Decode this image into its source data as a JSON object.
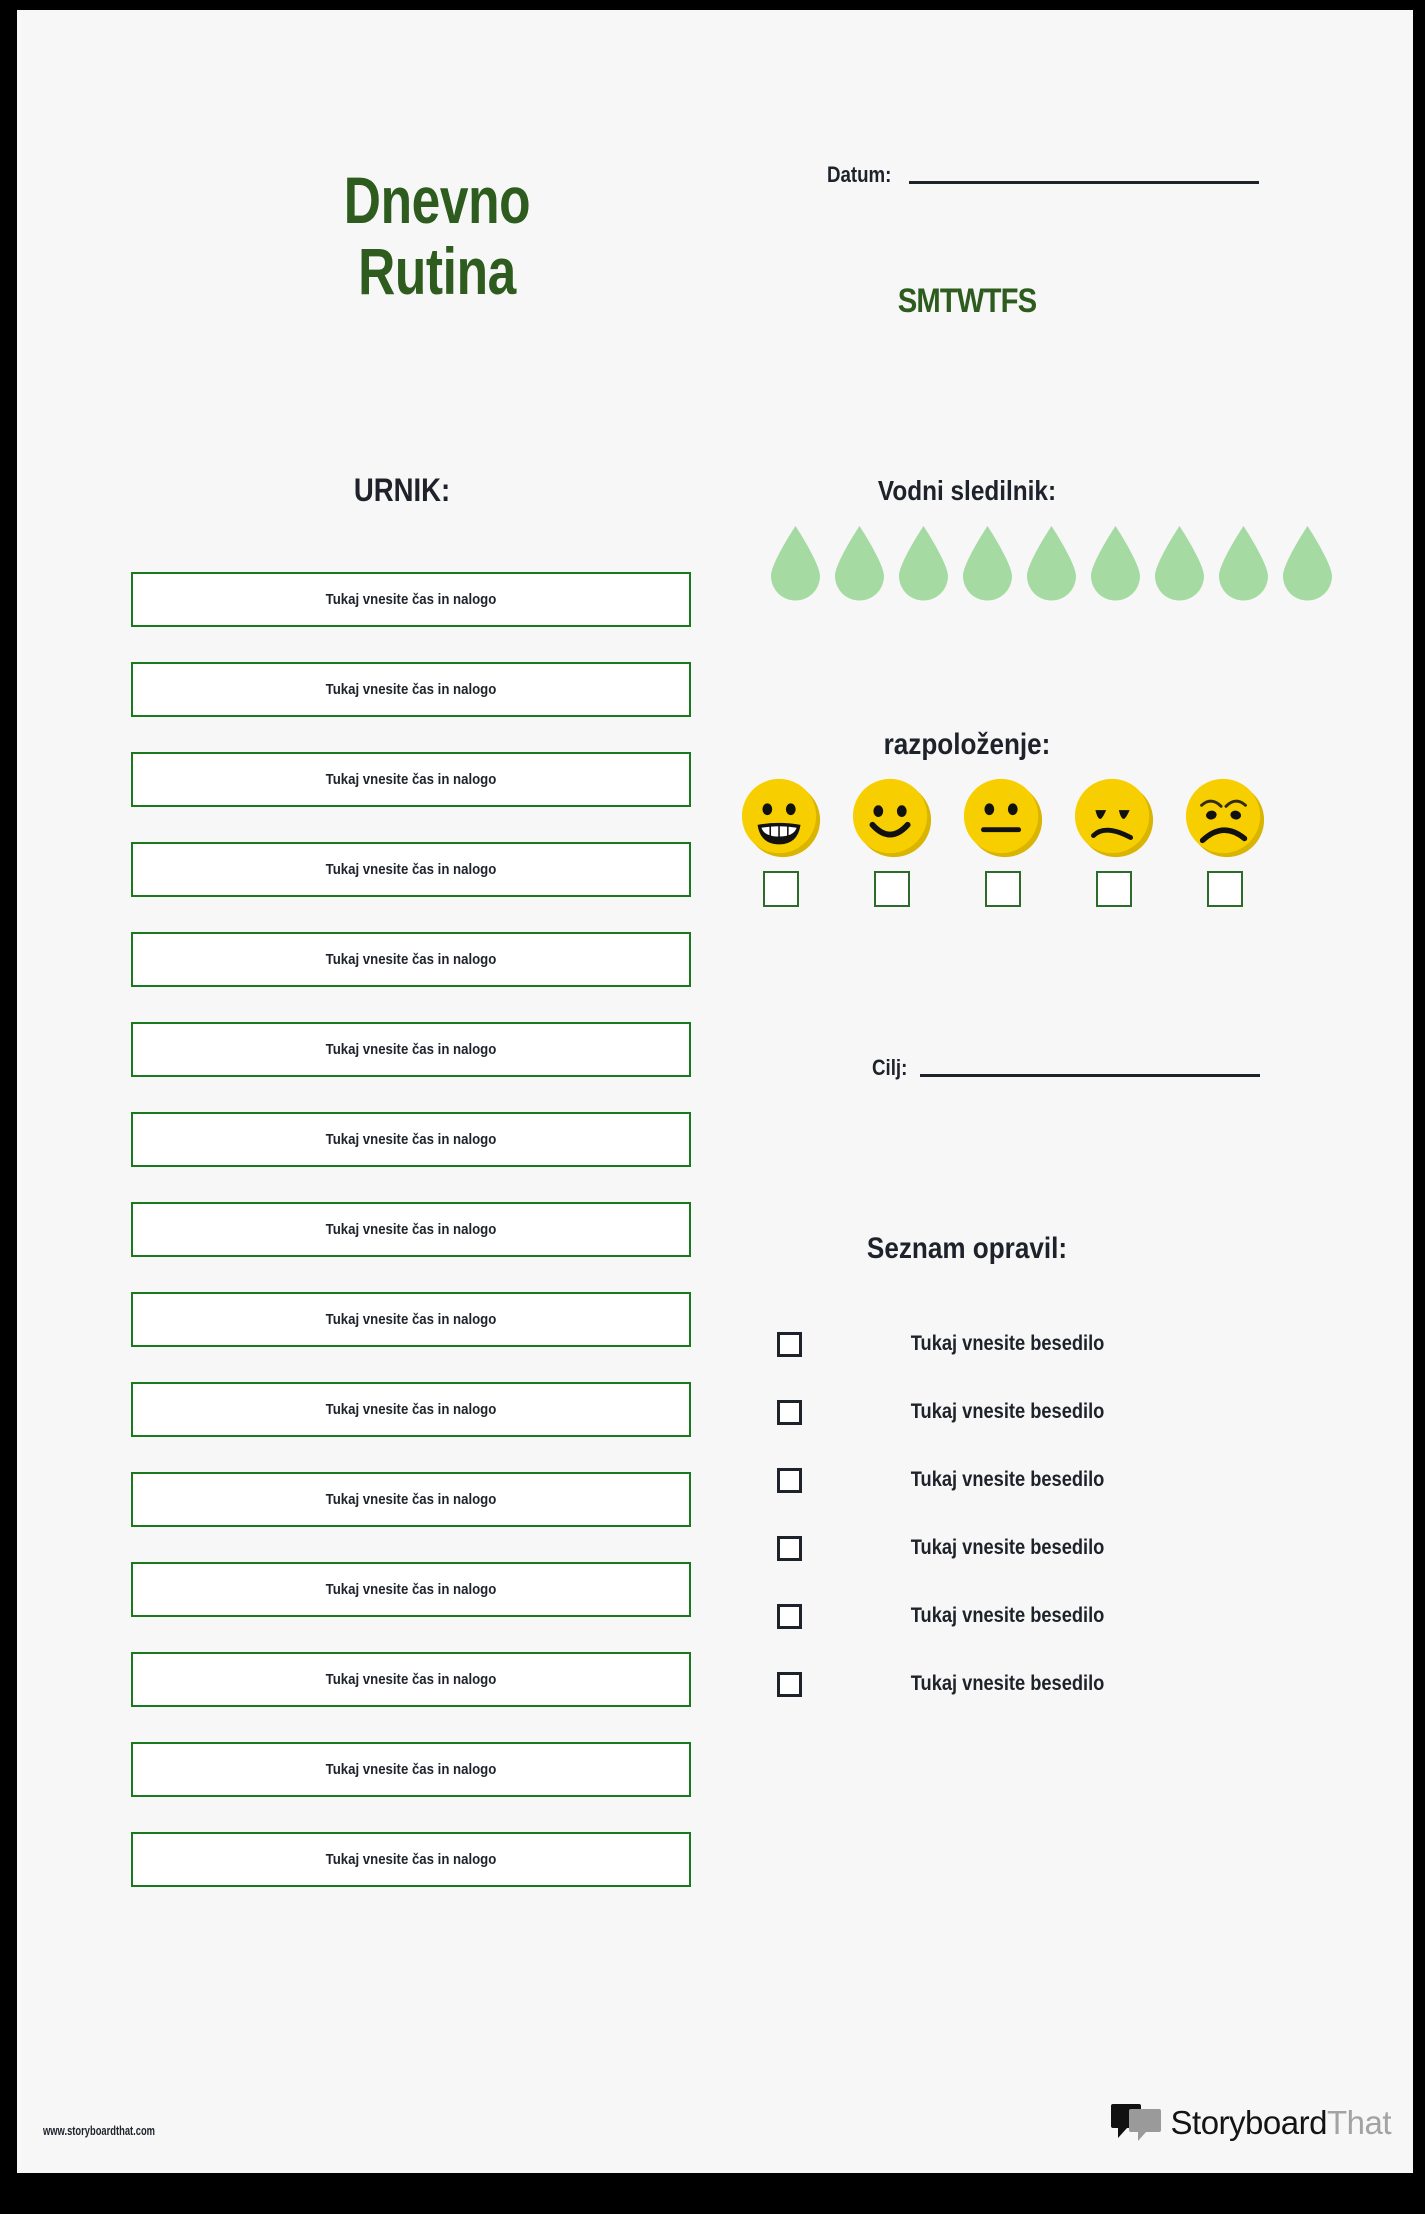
{
  "page": {
    "background": "#F7F7F7",
    "accent_dark_green": "#2D5C1E",
    "accent_box_green": "#19791C",
    "droplet_green": "#A5DBA3",
    "emoji_yellow": "#F7CF00",
    "text_dark": "#1E222A"
  },
  "title": {
    "line1": "Dnevno",
    "line2": "Rutina"
  },
  "date": {
    "label": "Datum:"
  },
  "days": {
    "value": "SMTWTFS"
  },
  "schedule": {
    "heading": "URNIK:",
    "placeholder": "Tukaj vnesite čas in nalogo",
    "rows": [
      {
        "text": "Tukaj vnesite čas in nalogo"
      },
      {
        "text": "Tukaj vnesite čas in nalogo"
      },
      {
        "text": "Tukaj vnesite čas in nalogo"
      },
      {
        "text": "Tukaj vnesite čas in nalogo"
      },
      {
        "text": "Tukaj vnesite čas in nalogo"
      },
      {
        "text": "Tukaj vnesite čas in nalogo"
      },
      {
        "text": "Tukaj vnesite čas in nalogo"
      },
      {
        "text": "Tukaj vnesite čas in nalogo"
      },
      {
        "text": "Tukaj vnesite čas in nalogo"
      },
      {
        "text": "Tukaj vnesite čas in nalogo"
      },
      {
        "text": "Tukaj vnesite čas in nalogo"
      },
      {
        "text": "Tukaj vnesite čas in nalogo"
      },
      {
        "text": "Tukaj vnesite čas in nalogo"
      },
      {
        "text": "Tukaj vnesite čas in nalogo"
      },
      {
        "text": "Tukaj vnesite čas in nalogo"
      }
    ]
  },
  "water": {
    "heading": "Vodni sledilnik:",
    "droplet_count": 9,
    "droplets": [
      {
        "icon": "water-droplet-icon"
      },
      {
        "icon": "water-droplet-icon"
      },
      {
        "icon": "water-droplet-icon"
      },
      {
        "icon": "water-droplet-icon"
      },
      {
        "icon": "water-droplet-icon"
      },
      {
        "icon": "water-droplet-icon"
      },
      {
        "icon": "water-droplet-icon"
      },
      {
        "icon": "water-droplet-icon"
      },
      {
        "icon": "water-droplet-icon"
      }
    ]
  },
  "mood": {
    "heading": "razpoloženje:",
    "options": [
      {
        "icon": "grinning-face-icon",
        "checked": false
      },
      {
        "icon": "smiling-face-icon",
        "checked": false
      },
      {
        "icon": "neutral-face-icon",
        "checked": false
      },
      {
        "icon": "frowning-face-icon",
        "checked": false
      },
      {
        "icon": "sad-face-icon",
        "checked": false
      }
    ]
  },
  "goal": {
    "label": "Cilj:"
  },
  "todo": {
    "heading": "Seznam opravil:",
    "placeholder": "Tukaj vnesite besedilo",
    "items": [
      {
        "text": "Tukaj vnesite besedilo",
        "checked": false
      },
      {
        "text": "Tukaj vnesite besedilo",
        "checked": false
      },
      {
        "text": "Tukaj vnesite besedilo",
        "checked": false
      },
      {
        "text": "Tukaj vnesite besedilo",
        "checked": false
      },
      {
        "text": "Tukaj vnesite besedilo",
        "checked": false
      },
      {
        "text": "Tukaj vnesite besedilo",
        "checked": false
      }
    ]
  },
  "footer": {
    "url": "www.storyboardthat.com",
    "brand_first": "Storyboard",
    "brand_second": "That"
  }
}
